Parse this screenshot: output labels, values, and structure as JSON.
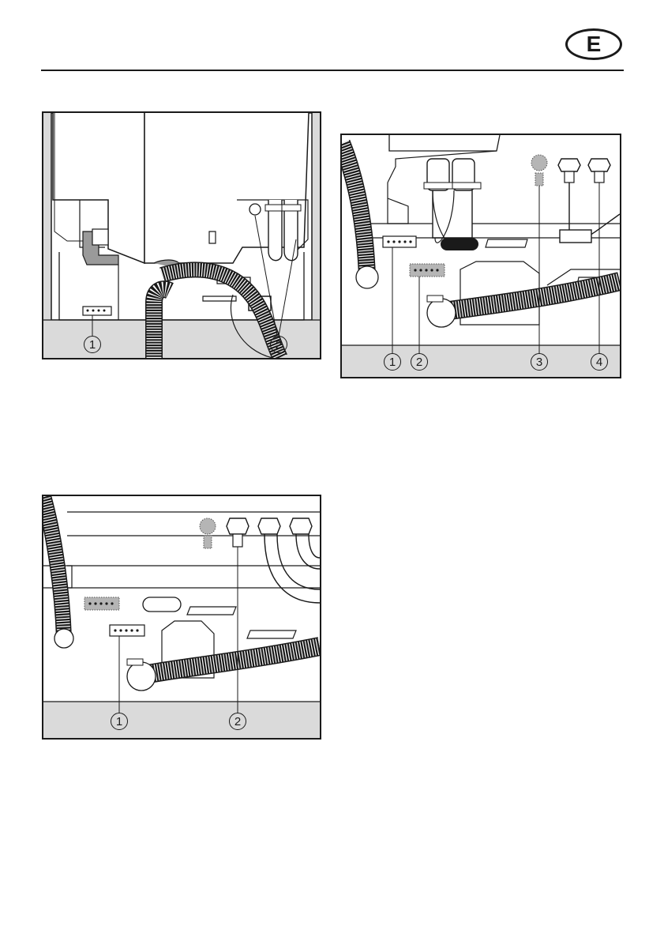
{
  "page": {
    "language_badge": "E"
  },
  "figures": [
    {
      "name": "top-left",
      "callouts": [
        "1",
        "2"
      ]
    },
    {
      "name": "top-right",
      "callouts": [
        "1",
        "2",
        "3",
        "4"
      ]
    },
    {
      "name": "bottom-left",
      "callouts": [
        "1",
        "2"
      ]
    }
  ],
  "colors": {
    "line": "#1a1a1a",
    "panel_background": "#dadada",
    "machine_body": "#ffffff",
    "shadow_part": "#9a9a9a"
  }
}
